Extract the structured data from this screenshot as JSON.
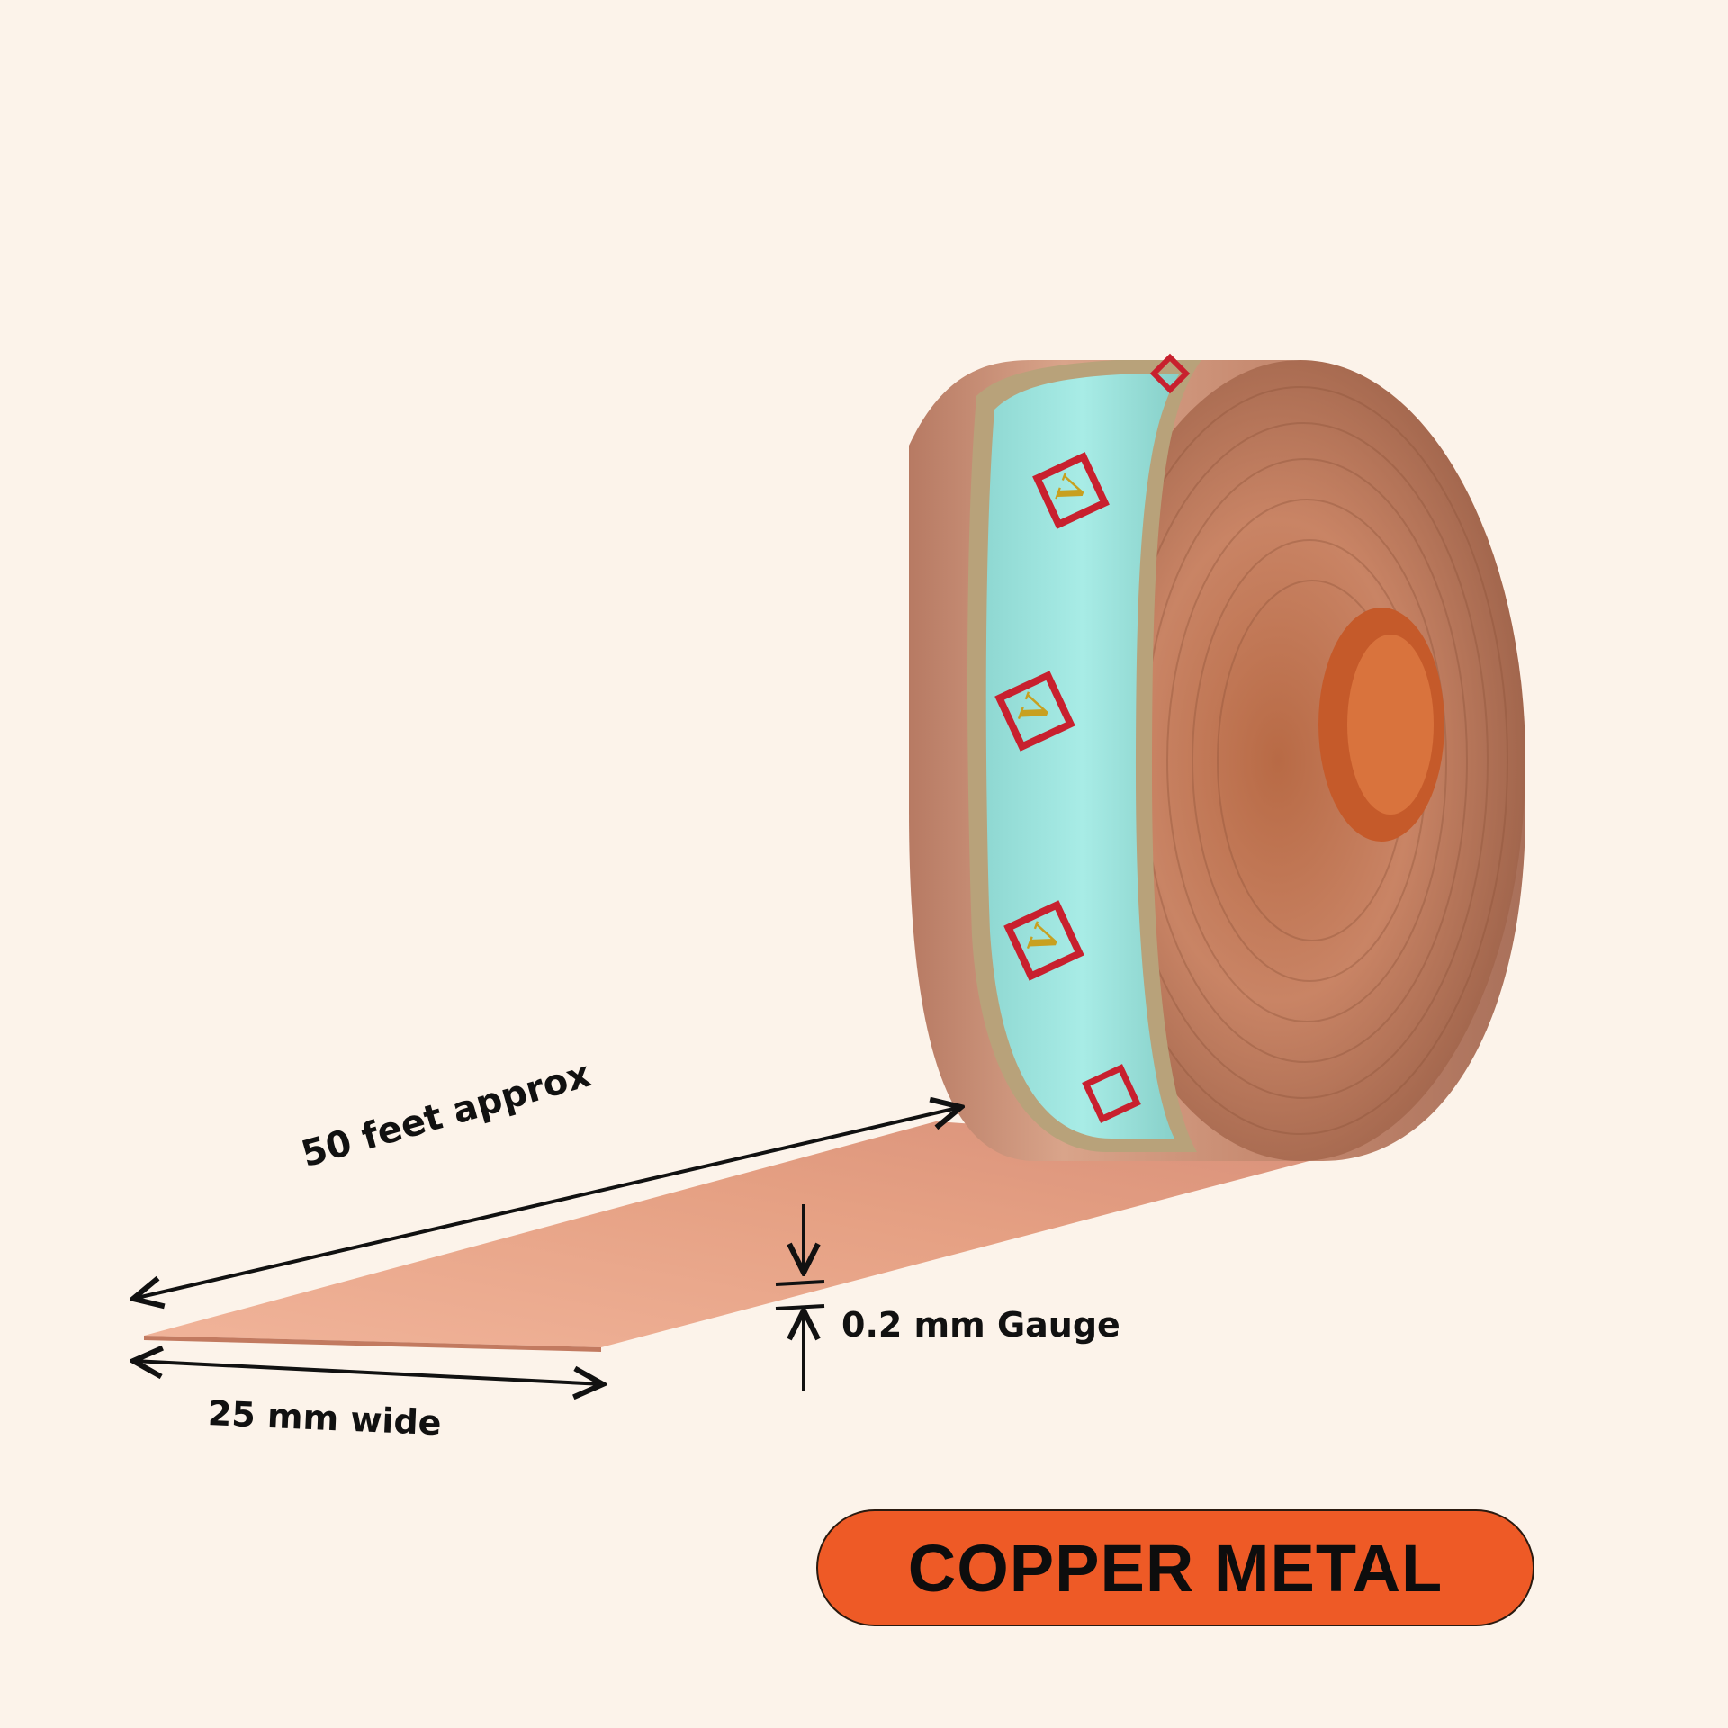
{
  "image": {
    "background_color": "#fcf3ea",
    "subject": "copper strip roll",
    "strip_color": "#e9a68a",
    "copper_color": "#c98465",
    "label_band_color": "#9fe6e0",
    "logo_color": "#c8202e"
  },
  "dimensions": {
    "length_label": "50 feet approx",
    "width_label": "25 mm wide",
    "gauge_label": "0.2 mm Gauge"
  },
  "badge": {
    "text": "COPPER METAL",
    "color": "#ee5a26"
  },
  "icons": {
    "dimension_arrows": "double-arrow",
    "brand_logo": "vastu-vardan-logo"
  }
}
